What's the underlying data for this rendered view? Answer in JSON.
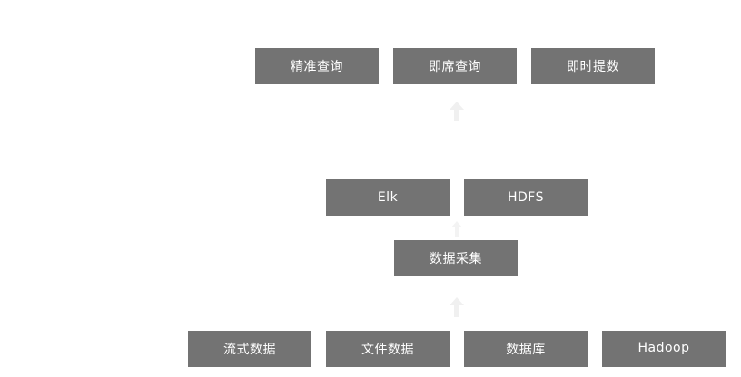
{
  "top_row": [
    {
      "label": "精准查询"
    },
    {
      "label": "即席查询"
    },
    {
      "label": "即时提数"
    }
  ],
  "storage_row": [
    {
      "label": "Elk"
    },
    {
      "label": "HDFS"
    }
  ],
  "collection": {
    "label": "数据采集"
  },
  "source_row": [
    {
      "label": "流式数据"
    },
    {
      "label": "文件数据"
    },
    {
      "label": "数据库"
    },
    {
      "label": "Hadoop"
    }
  ],
  "colors": {
    "box_fill": "#737373",
    "box_text": "#ffffff",
    "arrow": "#f0f0f0"
  }
}
